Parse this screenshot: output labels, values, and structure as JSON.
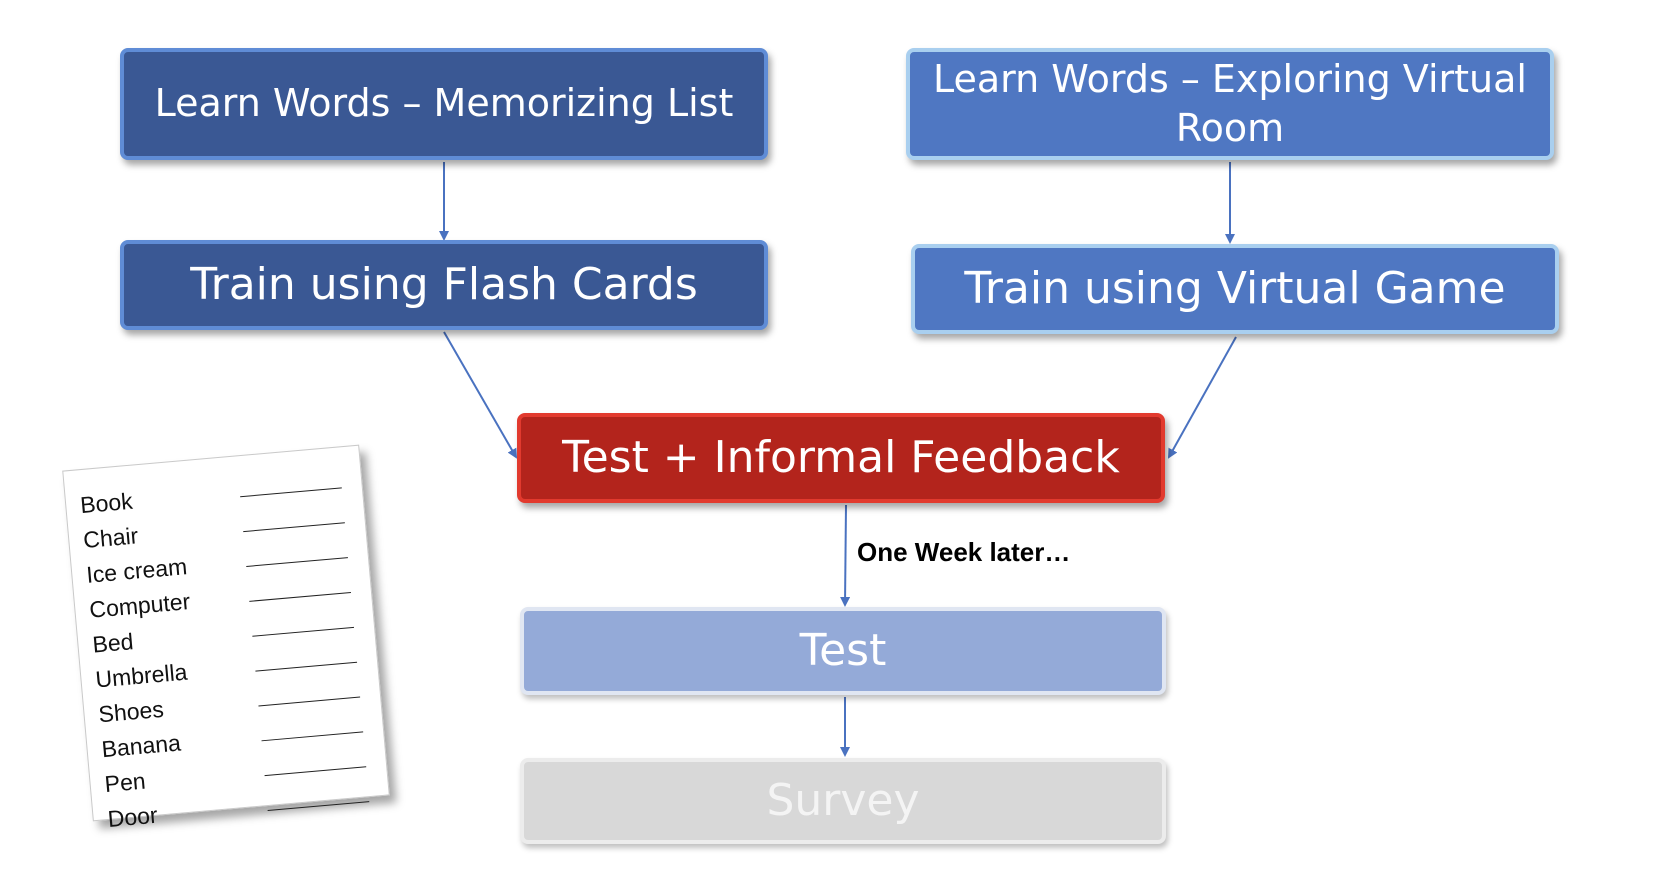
{
  "boxes": {
    "learn_memorize": "Learn Words – Memorizing List",
    "learn_explore": "Learn Words – Exploring Virtual Room",
    "train_flash": "Train using Flash Cards",
    "train_game": "Train using Virtual Game",
    "test_feedback": "Test + Informal Feedback",
    "test": "Test",
    "survey": "Survey"
  },
  "note": "One Week later…",
  "word_list": [
    "Book",
    "Chair",
    "Ice cream",
    "Computer",
    "Bed",
    "Umbrella",
    "Shoes",
    "Banana",
    "Pen",
    "Door"
  ],
  "colors": {
    "dark_blue": "#3a5894",
    "mid_blue": "#4f77c2",
    "red": "#b3241c",
    "light_blue": "#94aad8",
    "grey": "#d8d8d8",
    "connector": "#4a72c0"
  }
}
